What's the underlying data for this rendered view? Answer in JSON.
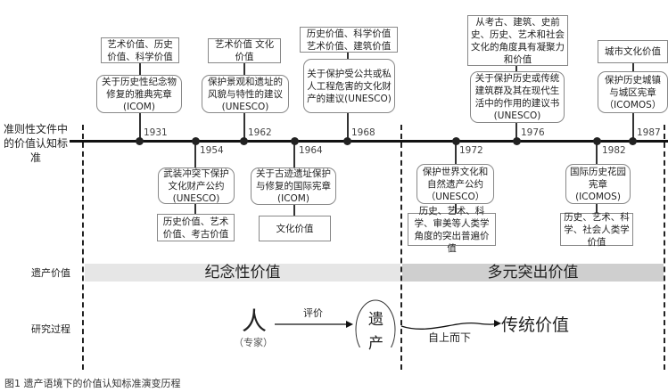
{
  "row_labels": {
    "criteria": "准则性文件中的价值认知标准",
    "heritage_value": "遗产价值",
    "research_process": "研究过程"
  },
  "events": [
    {
      "year": "1931",
      "document": "关于历史性纪念物修复的雅典宪章(ICOM)",
      "values": "艺术价值、历史价值、科学价值"
    },
    {
      "year": "1954",
      "document": "武装冲突下保护文化财产公约(UNESCO)",
      "values": "历史价值、艺术价值、考古价值"
    },
    {
      "year": "1962",
      "document": "保护景观和遗址的风貌与特性的建议(UNESCO)",
      "values": "艺术价值 文化价值"
    },
    {
      "year": "1964",
      "document": "关于古迹遗址保护与修复的国际宪章(ICOM)",
      "values": "文化价值"
    },
    {
      "year": "1968",
      "document": "关于保护受公共或私人工程危害的文化财产的建议(UNESCO)",
      "values": "历史价值、科学价值艺术价值、建筑价值"
    },
    {
      "year": "1972",
      "document": "保护世界文化和自然遗产公约（UNESCO）",
      "values": "历史、艺术、科学、审美等人类学角度的突出普遍价值"
    },
    {
      "year": "1976",
      "document": "关于保护历史或传统建筑群及其在现代生活中的作用的建议书(UNESCO)",
      "values": "从考古、建筑、史前史、历史、艺术和社会文化的角度具有凝聚力和价值"
    },
    {
      "year": "1982",
      "document": "国际历史花园宪章(ICOMOS)",
      "values": "历史、艺术、科学、社会人类学价值"
    },
    {
      "year": "1987",
      "document": "保护历史城镇与城区宪章（ICOMOS）",
      "values": "城市文化价值"
    }
  ],
  "phases": {
    "left": "纪念性价值",
    "right": "多元突出价值"
  },
  "process": {
    "subject": "人",
    "subject_note": "（专家）",
    "action": "评价",
    "object_line1": "遗",
    "object_line2": "产",
    "direction": "自上而下",
    "result": "传统价值"
  },
  "caption": "图1  遗产语境下的价值认知标准演变历程",
  "colors": {
    "phase_left": "#e6e6e6",
    "phase_right": "#cfcfcf"
  }
}
